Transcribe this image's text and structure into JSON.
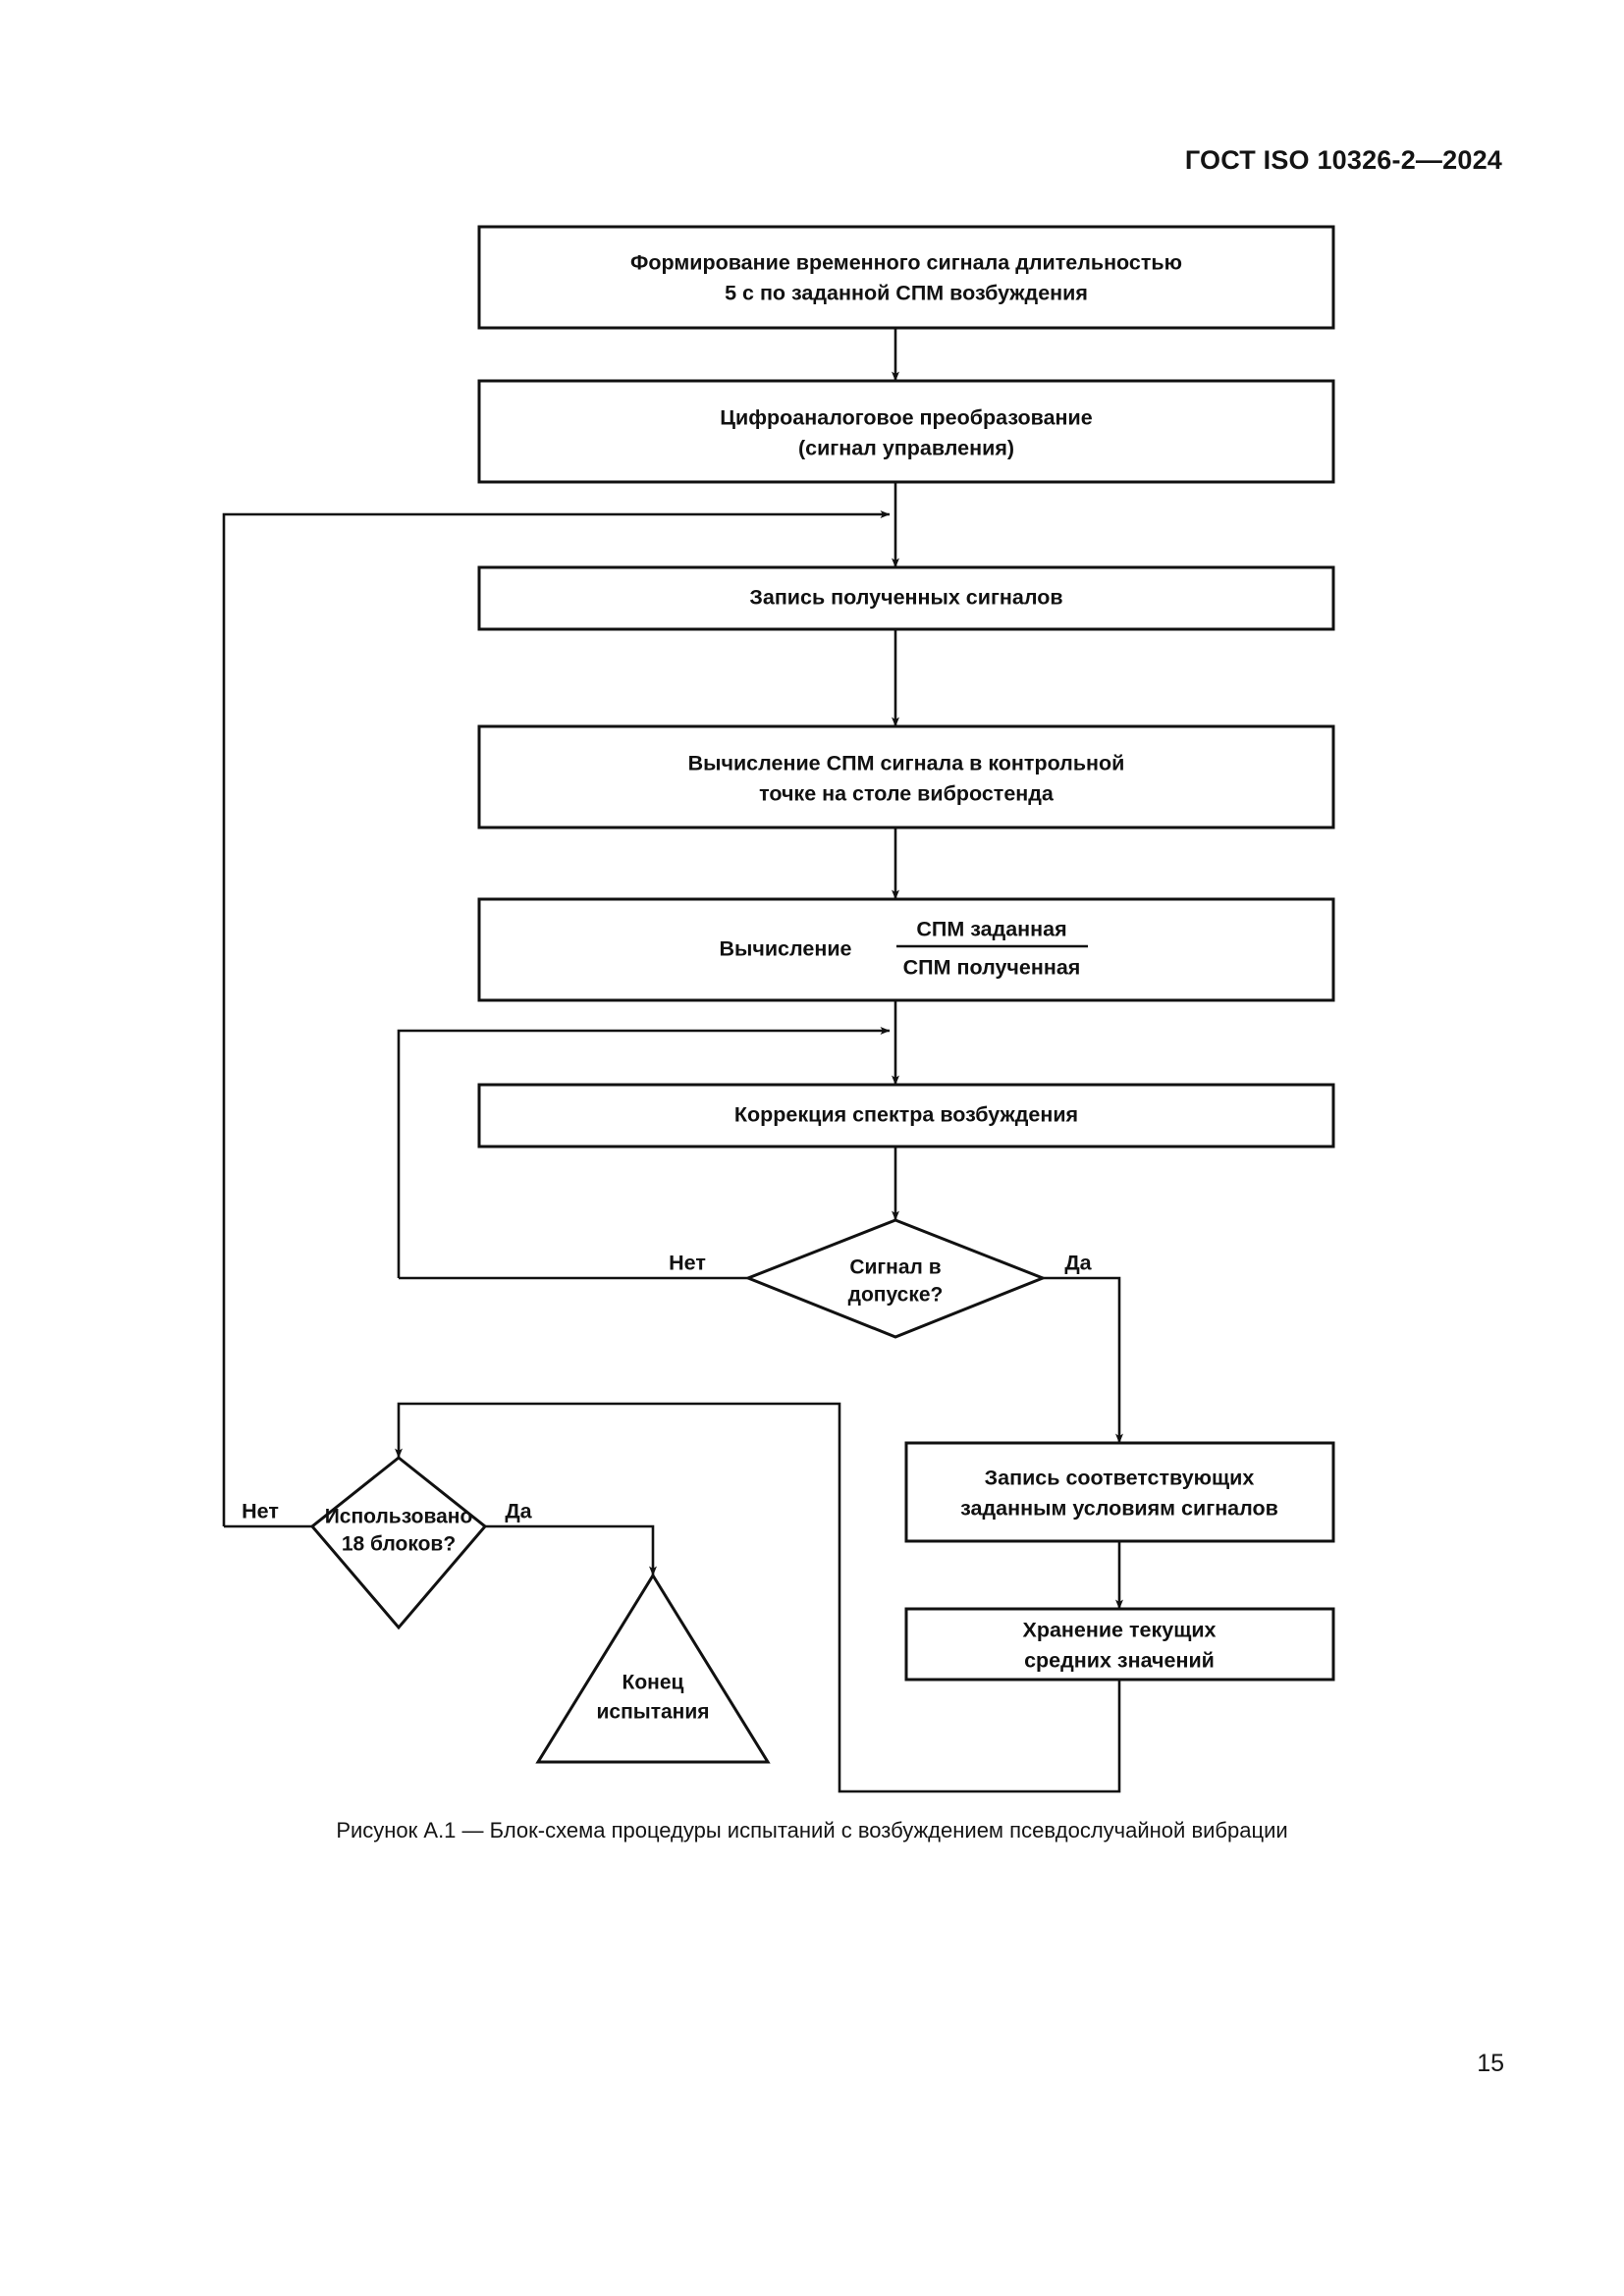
{
  "document": {
    "header": "ГОСТ ISO 10326-2—2024",
    "page_number": "15",
    "figure_caption": "Рисунок А.1 — Блок-схема процедуры испытаний с возбуждением псевдослучайной вибрации"
  },
  "flowchart": {
    "title": "Блок-схема процедуры испытаний с возбуждением псевдослучайной вибрации",
    "nodes": {
      "generate_signal": {
        "type": "process",
        "line1": "Формирование временного сигнала длительностью",
        "line2": "5 с по заданной СПМ возбуждения"
      },
      "dac": {
        "type": "process",
        "line1": "Цифроаналоговое преобразование",
        "line2": "(сигнал управления)"
      },
      "record_signals": {
        "type": "process",
        "line1": "Запись полученных сигналов"
      },
      "compute_psd": {
        "type": "process",
        "line1": "Вычисление СПМ сигнала в контрольной",
        "line2": "точке на столе вибростенда"
      },
      "compute_ratio": {
        "type": "process",
        "prefix": "Вычисление",
        "numerator": "СПМ заданная",
        "denominator": "СПМ полученная"
      },
      "correct_spectrum": {
        "type": "process",
        "line1": "Коррекция спектра возбуждения"
      },
      "signal_in_tolerance": {
        "type": "decision",
        "line1": "Сигнал в",
        "line2": "допуске?",
        "label_no": "Нет",
        "label_yes": "Да"
      },
      "blocks_used": {
        "type": "decision",
        "line1": "Использовано",
        "line2": "18 блоков?",
        "label_no": "Нет",
        "label_yes": "Да"
      },
      "end_test": {
        "type": "terminator-triangle",
        "line1": "Конец",
        "line2": "испытания"
      },
      "record_matching": {
        "type": "process",
        "line1": "Запись соответствующих",
        "line2": "заданным условиям сигналов"
      },
      "store_averages": {
        "type": "process",
        "line1": "Хранение текущих",
        "line2": "средних значений"
      }
    },
    "colors": {
      "stroke": "#111111",
      "fill": "#ffffff",
      "text": "#111111"
    }
  }
}
